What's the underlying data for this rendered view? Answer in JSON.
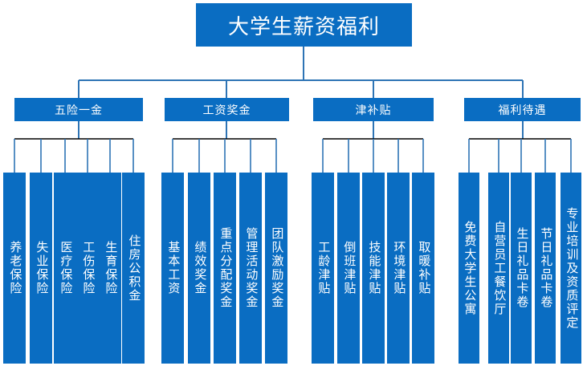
{
  "diagram": {
    "type": "organization-tree",
    "orientation": "top-down",
    "accent_color": "#0a6dc2",
    "connector_color": "#2e74b5",
    "bar_color": "#000000",
    "text_color": "#ffffff",
    "background": "#ffffff",
    "title": "大学生薪资福利",
    "levels": 3,
    "branches": [
      {
        "label": "五险一金",
        "leaves": [
          "养老保险",
          "失业保险",
          "医疗保险",
          "工伤保险",
          "生育保险",
          "住房公积金"
        ]
      },
      {
        "label": "工资奖金",
        "leaves": [
          "基本工资",
          "绩效奖金",
          "重点分配奖金",
          "管理活动奖金",
          "团队激励奖金"
        ]
      },
      {
        "label": "津补贴",
        "leaves": [
          "工龄津贴",
          "倒班津贴",
          "技能津贴",
          "环境津贴",
          "取暖补贴"
        ]
      },
      {
        "label": "福利待遇",
        "leaves": [
          "免费大学生公寓",
          "自营员工餐饮厅",
          "生日礼品卡卷",
          "节日礼品卡卷",
          "专业培训及资质评定"
        ]
      }
    ]
  }
}
